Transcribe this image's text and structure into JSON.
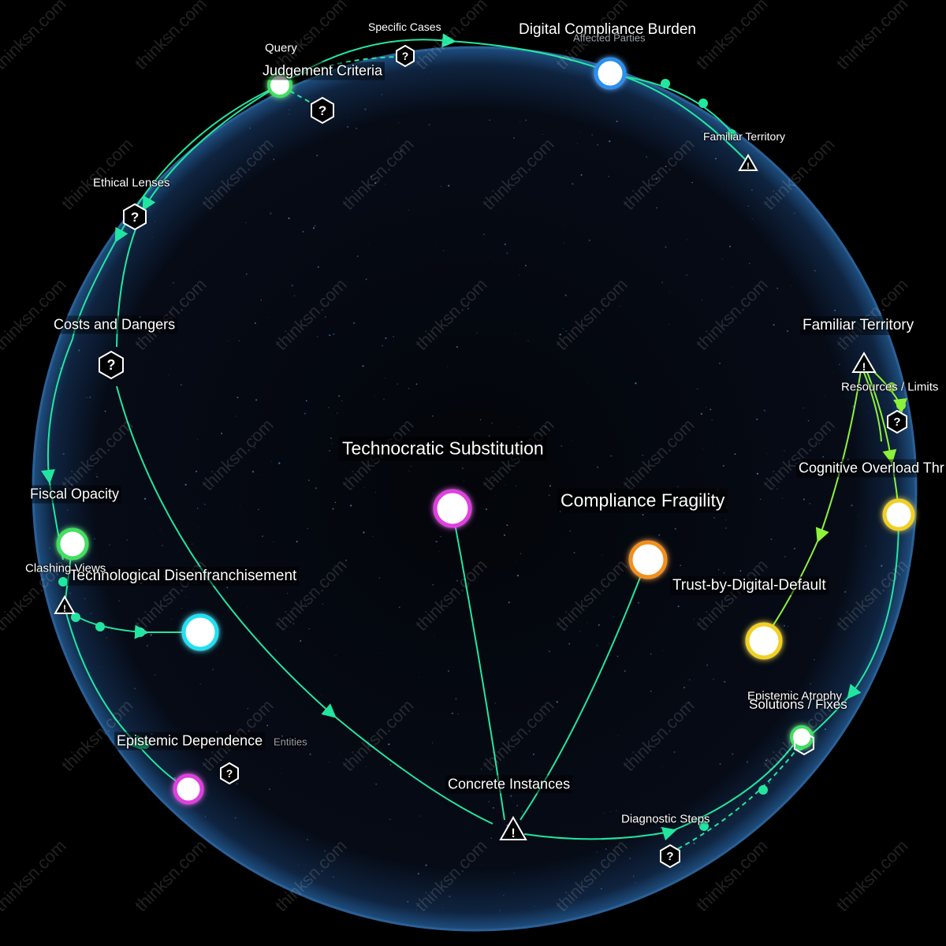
{
  "watermark": "thinksn.com",
  "colors": {
    "sphere_fill": "#060a14",
    "sphere_rim": "#2a5c8f",
    "edge_main": "#22e6a0",
    "edge_lime": "#8cf23a",
    "node_magenta": "#e040e0",
    "node_orange": "#f0901a",
    "node_yellow": "#f0d020",
    "node_cyan": "#20e0f0",
    "node_green": "#40e060",
    "node_blue": "#2a90f0"
  },
  "labels": {
    "technocratic_substitution": "Technocratic Substitution",
    "compliance_fragility": "Compliance Fragility",
    "trust_by_digital_default": "Trust-by-Digital-Default",
    "technological_disenfranchisement": "Technological Disenfranchisement",
    "digital_compliance_burden": "Digital Compliance Burden",
    "affected_parties": "Affected Parties",
    "familiar_territory_right": "Familiar Territory",
    "familiar_territory_top": "Familiar Territory",
    "resources_limits": "Resources / Limits",
    "cognitive_overload": "Cognitive Overload Thr",
    "epistemic_atrophy": "Epistemic Atrophy",
    "solutions_fixes": "Solutions / Fixes",
    "diagnostic_steps": "Diagnostic Steps",
    "concrete_instances": "Concrete Instances",
    "epistemic_dependence": "Epistemic Dependence",
    "entities": "Entities",
    "clashing_views": "Clashing Views",
    "fiscal_opacity": "Fiscal Opacity",
    "costs_and_dangers": "Costs and Dangers",
    "ethical_lenses": "Ethical Lenses",
    "judgement_criteria": "Judgement Criteria",
    "query": "Query",
    "specific_cases": "Specific Cases"
  }
}
